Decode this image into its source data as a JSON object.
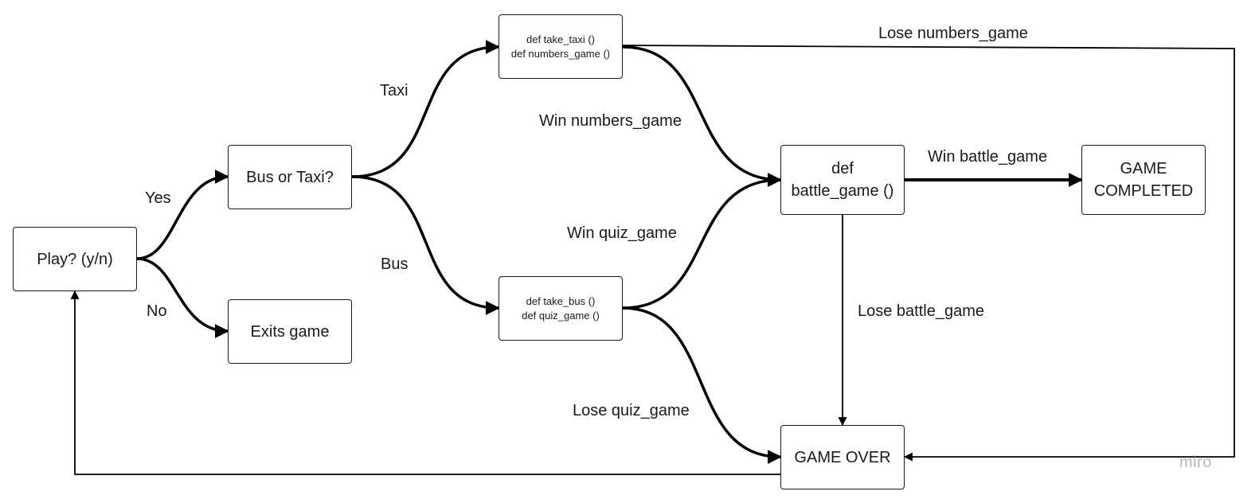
{
  "nodes": {
    "play": {
      "lines": [
        "Play? (y/n)"
      ]
    },
    "bus_or_taxi": {
      "lines": [
        "Bus or Taxi?"
      ]
    },
    "exits": {
      "lines": [
        "Exits game"
      ]
    },
    "taxi": {
      "lines": [
        "def take_taxi ()",
        "def numbers_game ()"
      ]
    },
    "bus": {
      "lines": [
        "def take_bus ()",
        "def quiz_game ()"
      ]
    },
    "battle": {
      "lines": [
        "def",
        "battle_game ()"
      ]
    },
    "completed": {
      "lines": [
        "GAME",
        "COMPLETED"
      ]
    },
    "over": {
      "lines": [
        "GAME OVER"
      ]
    }
  },
  "edges": {
    "yes": "Yes",
    "no": "No",
    "taxi": "Taxi",
    "bus": "Bus",
    "win_numbers": "Win numbers_game",
    "lose_numbers": "Lose numbers_game",
    "win_quiz": "Win quiz_game",
    "lose_quiz": "Lose quiz_game",
    "win_battle": "Win battle_game",
    "lose_battle": "Lose battle_game"
  },
  "logo": {
    "text": "miro"
  }
}
